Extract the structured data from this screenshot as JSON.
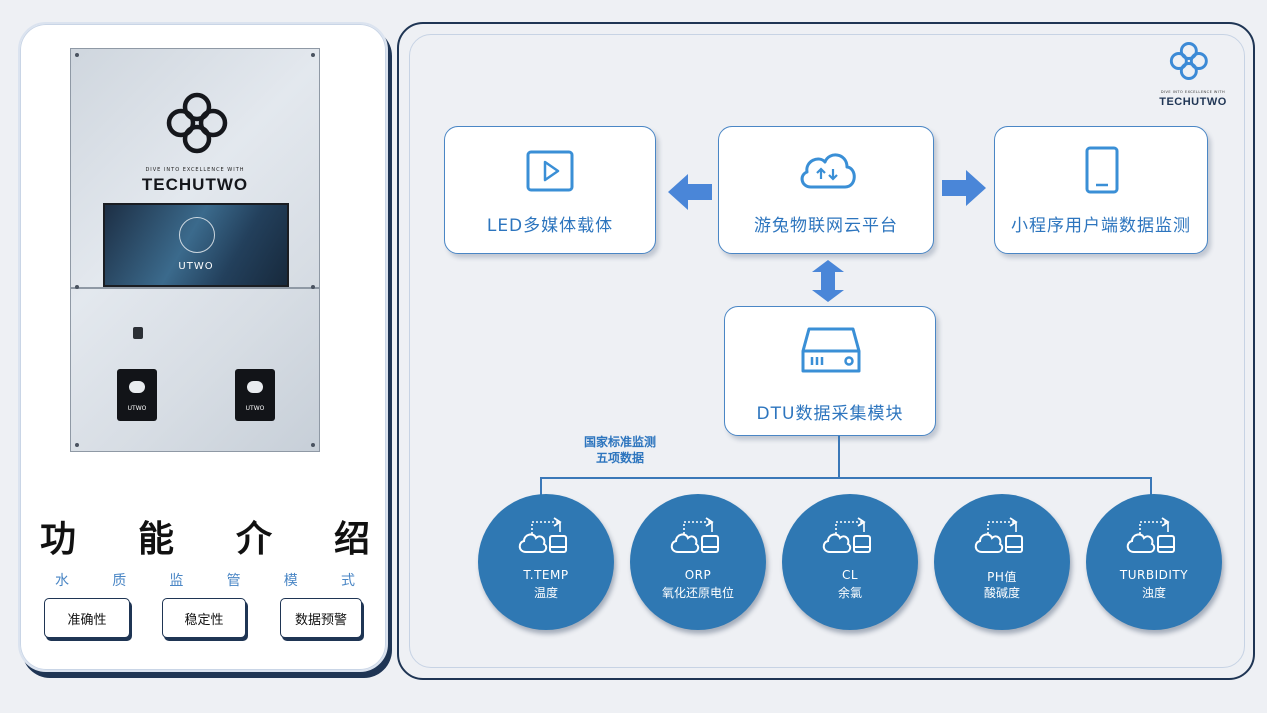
{
  "device": {
    "tagline": "DIVE INTO EXCELLENCE WITH",
    "brand": "TECHUTWO",
    "screen_text": "UTWO",
    "probe_left_label": "UTWO",
    "probe_right_label": "UTWO"
  },
  "intro": {
    "title_chars": [
      "功",
      "能",
      "介",
      "绍"
    ],
    "subtitle_chars": [
      "水",
      "质",
      "监",
      "管",
      "模",
      "式"
    ],
    "features": [
      "准确性",
      "稳定性",
      "数据预警"
    ]
  },
  "corner_logo": {
    "tagline": "DIVE INTO EXCELLENCE WITH",
    "brand": "TECHUTWO"
  },
  "diagram": {
    "led_card": "LED多媒体载体",
    "cloud_card": "游兔物联网云平台",
    "app_card": "小程序用户端数据监测",
    "dtu_card": "DTU数据采集模块",
    "national_label_line1": "国家标准监测",
    "national_label_line2": "五项数据",
    "sensors": [
      {
        "name": "T.TEMP",
        "cn": "温度"
      },
      {
        "name": "ORP",
        "cn": "氧化还原电位"
      },
      {
        "name": "CL",
        "cn": "余氯"
      },
      {
        "name": "PH值",
        "cn": "酸碱度"
      },
      {
        "name": "TURBIDITY",
        "cn": "浊度"
      }
    ]
  },
  "colors": {
    "accent_blue": "#2d75be",
    "sensor_blue": "#2f78b3",
    "navy": "#1f3554",
    "arrow_blue": "#4a86d8"
  },
  "icons": {
    "led": "play-icon",
    "cloud": "cloud-upload-icon",
    "app": "tablet-icon",
    "dtu": "server-icon",
    "sensor": "cloud-device-transfer-icon",
    "logo": "knot-logo-icon"
  }
}
